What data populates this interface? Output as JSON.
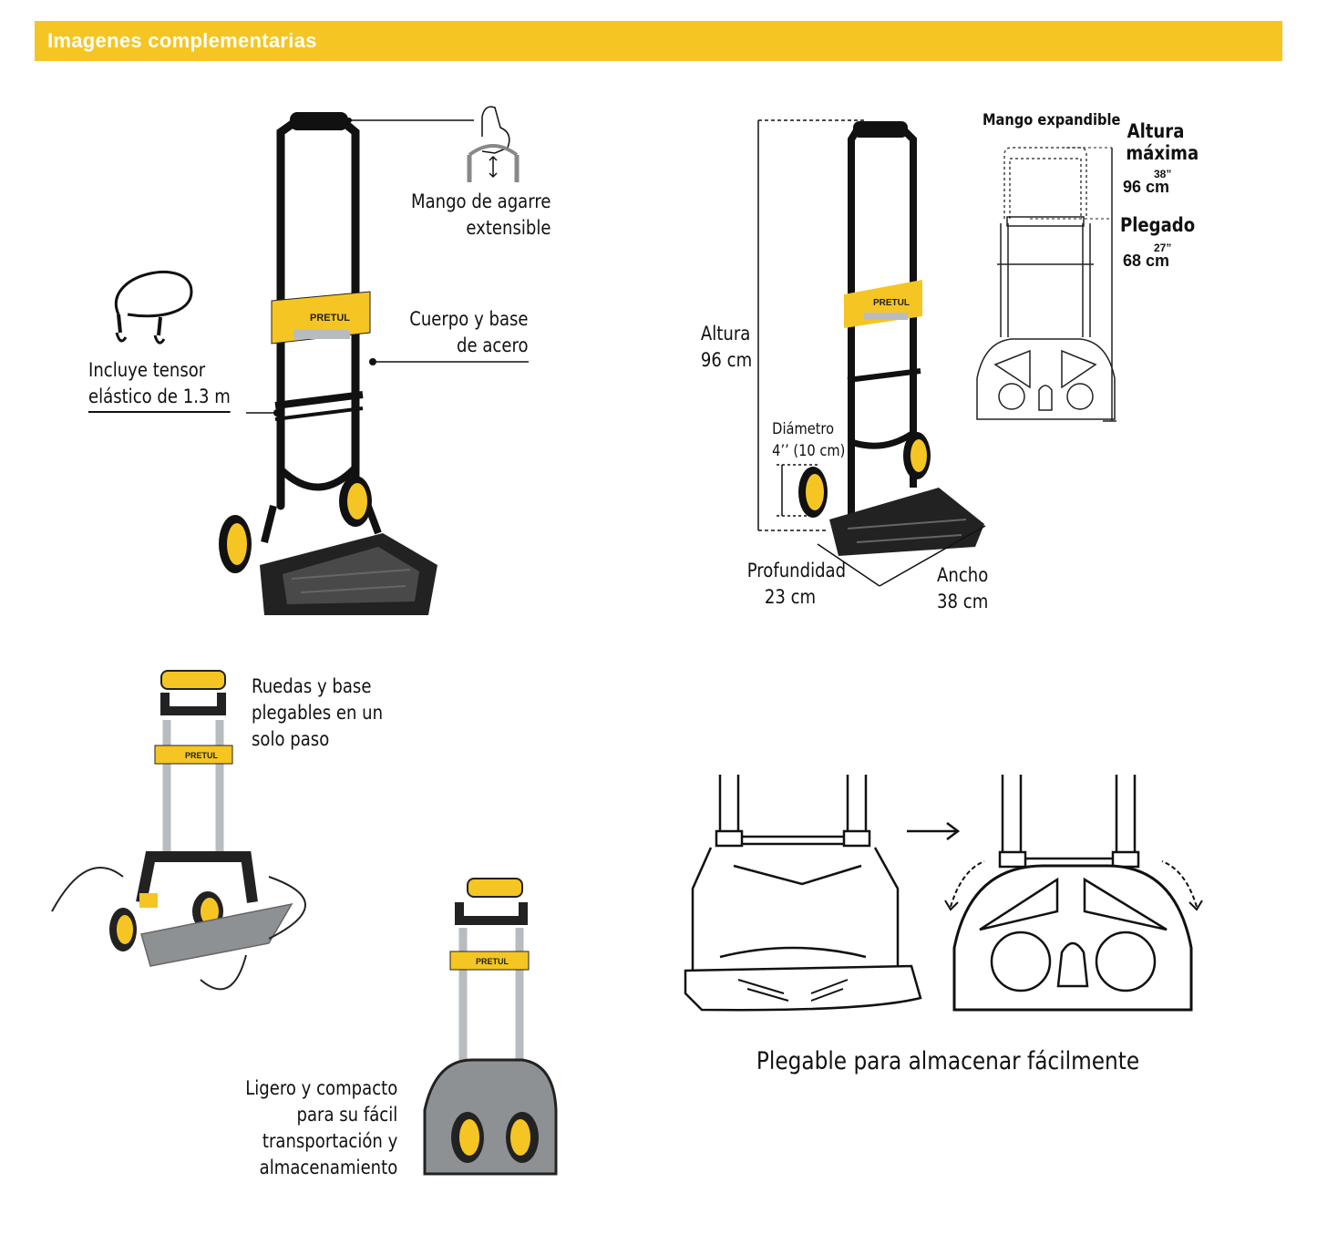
{
  "header": {
    "title": "Imagenes complementarias"
  },
  "features": {
    "handle_line1": "Mango de agarre",
    "handle_line2": "extensible",
    "body_line1": "Cuerpo y base",
    "body_line2": "de acero",
    "tensor_line1": "Incluye tensor",
    "tensor_line2": "elástico de 1.3 m",
    "fold_line1": "Ruedas y base",
    "fold_line2": "plegables en un",
    "fold_line3": "solo paso",
    "light_line1": "Ligero y compacto",
    "light_line2": "para su fácil",
    "light_line3": "transportación y",
    "light_line4": "almacenamiento"
  },
  "brand": {
    "name": "PRETUL"
  },
  "dimensions": {
    "height_label": "Altura",
    "height_value": "96 cm",
    "diameter_label": "Diámetro",
    "diameter_value": "4’’ (10 cm)",
    "depth_label": "Profundidad",
    "depth_value": "23 cm",
    "width_label": "Ancho",
    "width_value": "38 cm",
    "expandable_label": "Mango expandible",
    "max_height_line1": "Altura",
    "max_height_line2": "máxima",
    "max_height_inch": "38”",
    "max_height_value": "96 cm",
    "folded_label": "Plegado",
    "folded_inch": "27”",
    "folded_value": "68 cm"
  },
  "folding": {
    "caption": "Plegable para almacenar fácilmente"
  },
  "colors": {
    "accent": "#f5c523",
    "frame": "#111111",
    "aluminum": "#b9bcbf",
    "plastic": "#8e9194"
  }
}
